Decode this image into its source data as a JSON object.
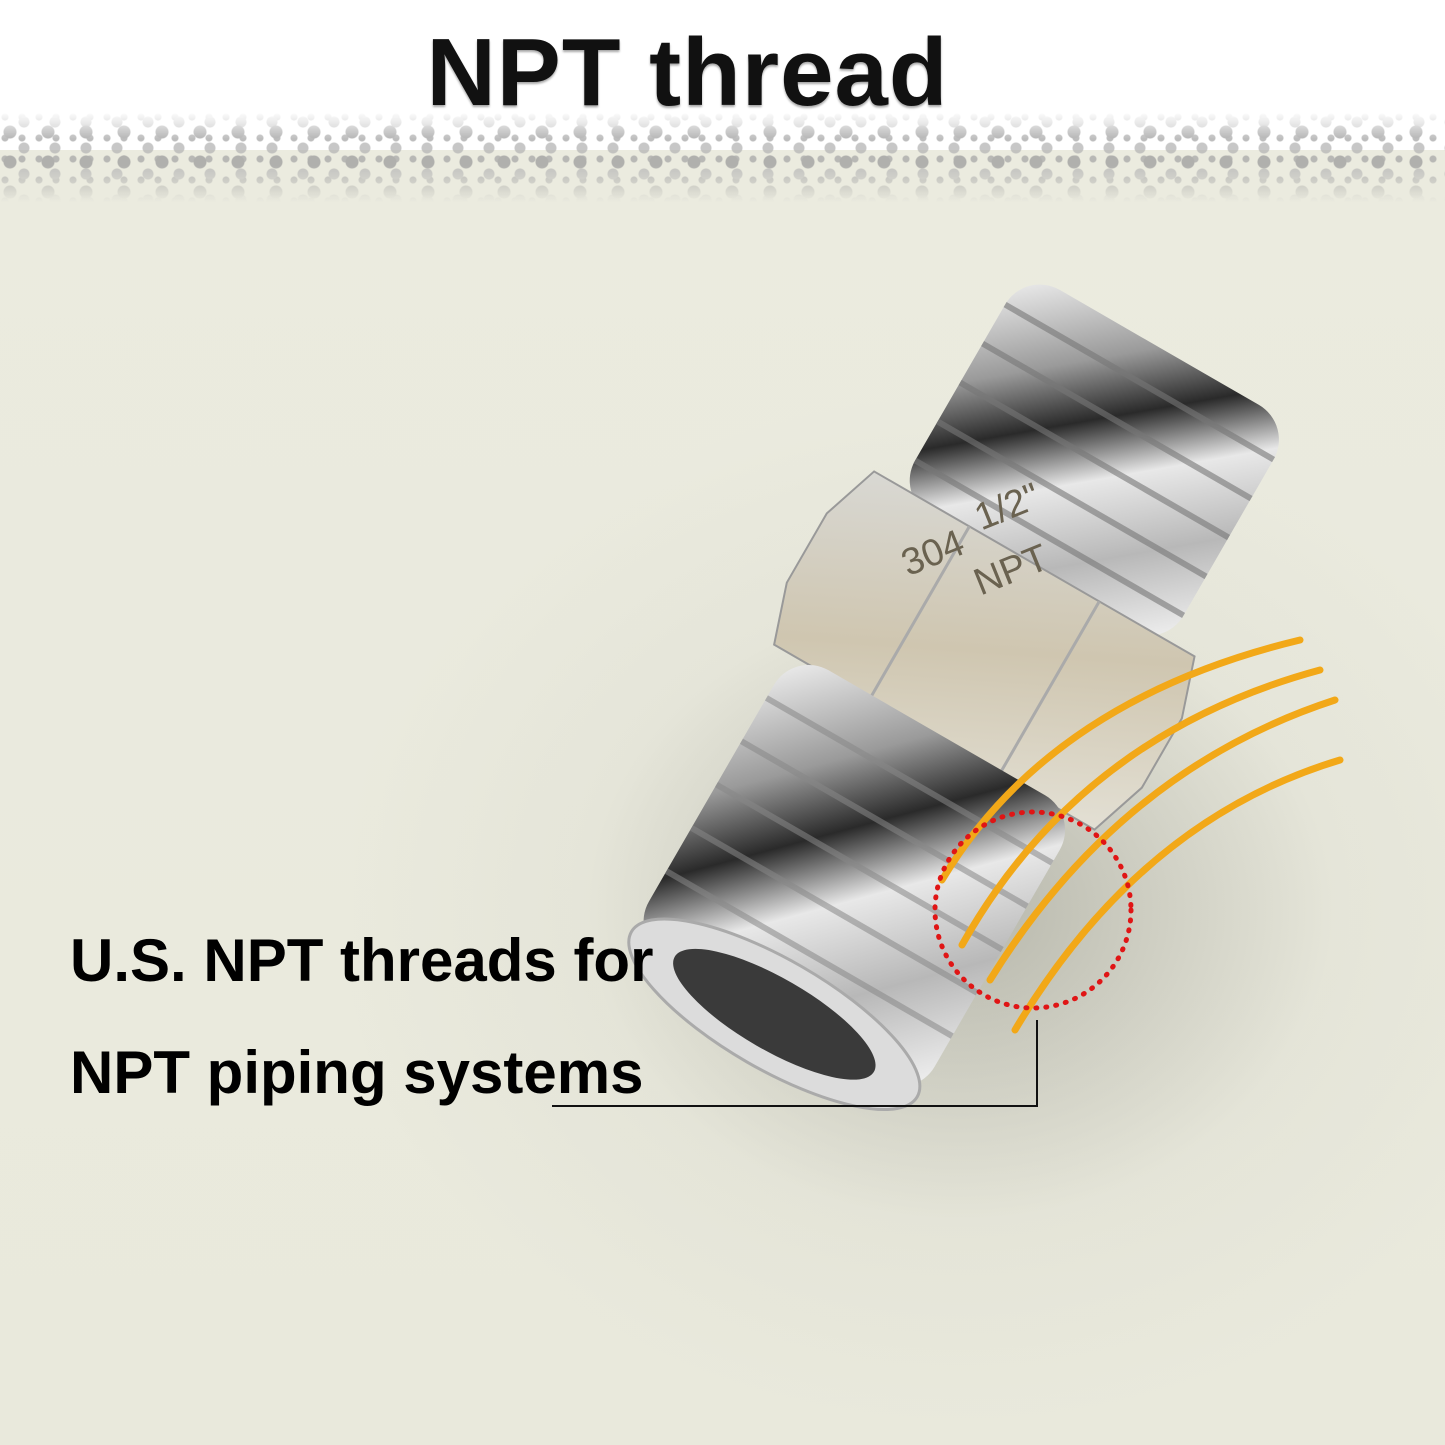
{
  "title": "NPT thread",
  "caption": {
    "line1": "U.S. NPT threads for",
    "line2": "NPT piping systems"
  },
  "product": {
    "name": "hex nipple fitting",
    "markings": {
      "material": "304",
      "size": "1/2\"",
      "standard": "NPT"
    }
  },
  "colors": {
    "background": "#ebebdf",
    "highlight_thread": "#f2a818",
    "callout_circle": "#e01515",
    "text": "#000000"
  }
}
